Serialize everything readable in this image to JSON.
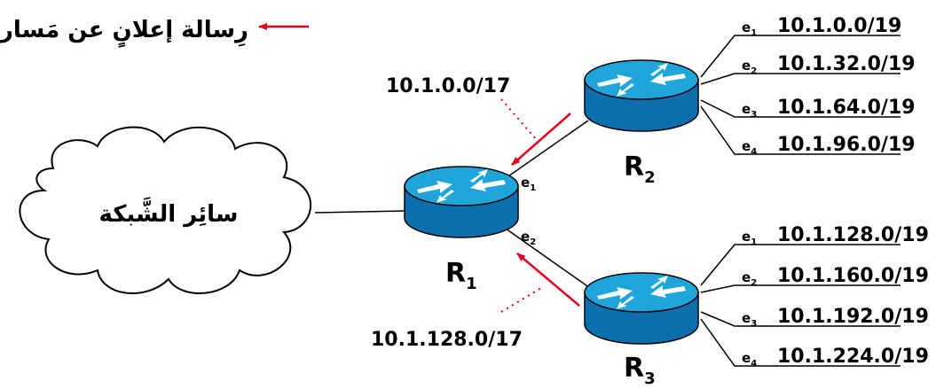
{
  "legend": {
    "label": "رِسالة إعلانٍ عن مَسار",
    "arrow_color": "#e0001b"
  },
  "cloud": {
    "label": "سائِر الشَّبكة"
  },
  "routers": {
    "r1": {
      "name": "R",
      "sub": "1",
      "if1": "e",
      "if1_sub": "1",
      "if2": "e",
      "if2_sub": "2"
    },
    "r2": {
      "name": "R",
      "sub": "2"
    },
    "r3": {
      "name": "R",
      "sub": "3"
    }
  },
  "advertisements": {
    "from_r2": "10.1.0.0/17",
    "from_r3": "10.1.128.0/17"
  },
  "r2_networks": [
    {
      "iface": "e",
      "sub": "1",
      "prefix": "10.1.0.0/19"
    },
    {
      "iface": "e",
      "sub": "2",
      "prefix": "10.1.32.0/19"
    },
    {
      "iface": "e",
      "sub": "3",
      "prefix": "10.1.64.0/19"
    },
    {
      "iface": "e",
      "sub": "4",
      "prefix": "10.1.96.0/19"
    }
  ],
  "r3_networks": [
    {
      "iface": "e",
      "sub": "1",
      "prefix": "10.1.128.0/19"
    },
    {
      "iface": "e",
      "sub": "2",
      "prefix": "10.1.160.0/19"
    },
    {
      "iface": "e",
      "sub": "3",
      "prefix": "10.1.192.0/19"
    },
    {
      "iface": "e",
      "sub": "4",
      "prefix": "10.1.224.0/19"
    }
  ],
  "colors": {
    "router_top": "#1ea6da",
    "router_side": "#0b6fae",
    "arrow": "#e0001b"
  }
}
